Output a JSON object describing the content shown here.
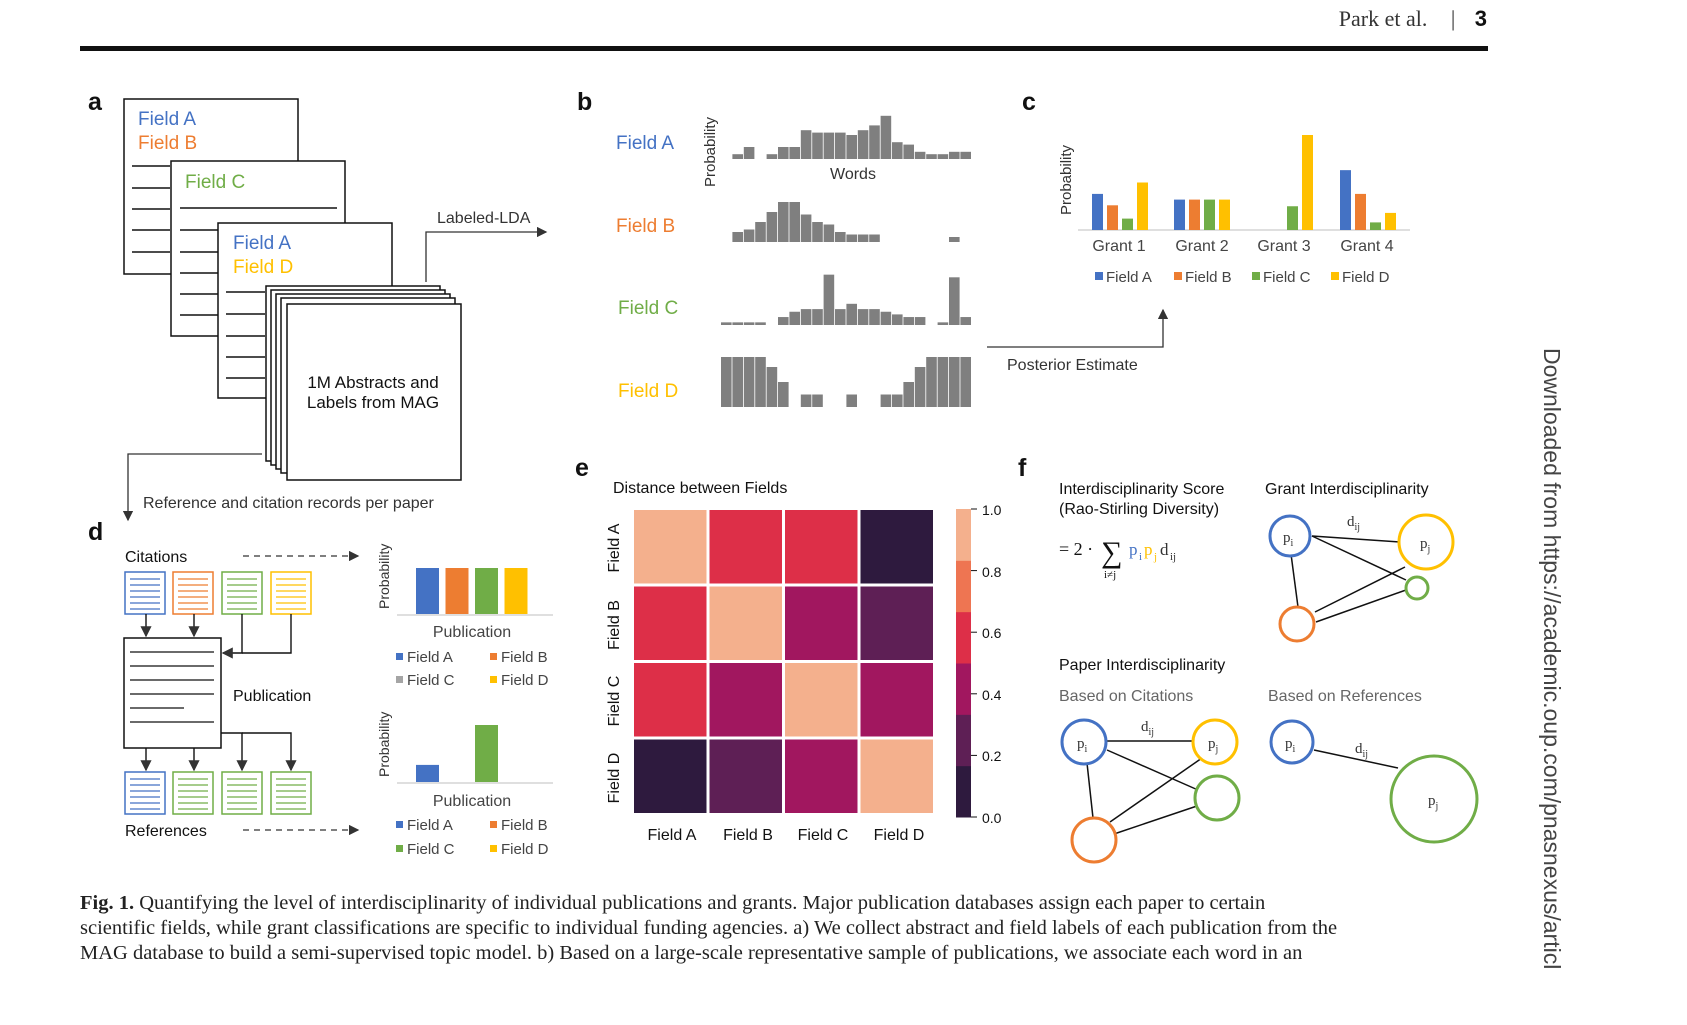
{
  "header": {
    "author": "Park et al.",
    "separator": "|",
    "page": "3"
  },
  "side_note": "Downloaded from https://academic.oup.com/pnasnexus/articl",
  "colors": {
    "fieldA": "#4472C4",
    "fieldB": "#ED7D31",
    "fieldC": "#70AD47",
    "fieldD": "#FFC000",
    "gray": "#A5A5A5",
    "bar": "#7f7f7f"
  },
  "panel_labels": {
    "a": "a",
    "b": "b",
    "c": "c",
    "d": "d",
    "e": "e",
    "f": "f"
  },
  "panel_a": {
    "doc1": [
      "Field A",
      "Field B"
    ],
    "doc2": [
      "Field C"
    ],
    "doc3": [
      "Field A",
      "Field D"
    ],
    "stack_text": [
      "1M Abstracts and",
      "Labels from MAG"
    ],
    "labeled_lda": "Labeled-LDA",
    "ref_records": "Reference and citation records per paper"
  },
  "panel_b": {
    "ylabel": "Probability",
    "xlabel": "Words",
    "fields": [
      "Field A",
      "Field B",
      "Field C",
      "Field D"
    ],
    "hist": [
      [
        0,
        0.1,
        0.25,
        0,
        0.1,
        0.25,
        0.25,
        0.6,
        0.55,
        0.55,
        0.55,
        0.5,
        0.6,
        0.7,
        0.9,
        0.35,
        0.3,
        0.15,
        0.1,
        0.1,
        0.15,
        0.15
      ],
      [
        0,
        0.2,
        0.25,
        0.4,
        0.6,
        0.8,
        0.8,
        0.55,
        0.4,
        0.35,
        0.2,
        0.15,
        0.15,
        0.15,
        0,
        0,
        0,
        0,
        0,
        0,
        0.1,
        0
      ],
      [
        0.05,
        0.05,
        0.05,
        0.05,
        0,
        0.15,
        0.25,
        0.3,
        0.3,
        0.95,
        0.3,
        0.4,
        0.3,
        0.3,
        0.25,
        0.2,
        0.15,
        0.15,
        0,
        0.05,
        0.9,
        0.15
      ],
      [
        1,
        1,
        1,
        1,
        0.8,
        0.5,
        0,
        0.25,
        0.25,
        0,
        0,
        0.25,
        0,
        0,
        0.25,
        0.25,
        0.5,
        0.8,
        1,
        1,
        1,
        1
      ]
    ],
    "posterior": "Posterior Estimate"
  },
  "panel_c": {
    "ylabel": "Probability",
    "grants": [
      "Grant 1",
      "Grant 2",
      "Grant 3",
      "Grant 4"
    ],
    "values": [
      [
        0.38,
        0.26,
        0.12,
        0.5
      ],
      [
        0.32,
        0.32,
        0.32,
        0.32
      ],
      [
        0,
        0,
        0.25,
        1
      ],
      [
        0.63,
        0.38,
        0.08,
        0.18
      ]
    ],
    "legend": [
      "Field A",
      "Field B",
      "Field C",
      "Field D"
    ]
  },
  "panel_d": {
    "citations": "Citations",
    "publication": "Publication",
    "references": "References",
    "chart1": {
      "ylabel": "Probability",
      "xlabel": "Publication",
      "values": [
        1,
        1,
        1,
        1
      ],
      "legend": [
        "Field A",
        "Field B",
        "Field C",
        "Field D"
      ]
    },
    "chart2": {
      "ylabel": "Probability",
      "xlabel": "Publication",
      "values": [
        0.3,
        0,
        1,
        0
      ],
      "legend": [
        "Field A",
        "Field B",
        "Field C",
        "Field D"
      ]
    }
  },
  "chart_data": {
    "type": "heatmap",
    "title": "Distance between Fields",
    "rows": [
      "Field A",
      "Field B",
      "Field C",
      "Field D"
    ],
    "columns": [
      "Field A",
      "Field B",
      "Field C",
      "Field D"
    ],
    "values": [
      [
        1.0,
        0.55,
        0.55,
        0.05
      ],
      [
        0.55,
        1.0,
        0.35,
        0.2
      ],
      [
        0.55,
        0.35,
        1.0,
        0.35
      ],
      [
        0.05,
        0.2,
        0.35,
        1.0
      ]
    ],
    "colorbar_ticks": [
      "0.0",
      "0.2",
      "0.4",
      "0.6",
      "0.8",
      "1.0"
    ],
    "colorbar_colors": [
      "#2e1a3e",
      "#5e1f55",
      "#a1175f",
      "#dd2f48",
      "#ee7552",
      "#f4b08d"
    ]
  },
  "panel_f": {
    "score_title": [
      "Interdisciplinarity Score",
      "(Rao-Stirling Diversity)"
    ],
    "formula": {
      "lhs": "= 2 ·",
      "sum": "∑",
      "sub": "i≠j",
      "pi": "p",
      "i": "i",
      "pj": "p",
      "j": "j",
      "d": "d",
      "ij": "ij"
    },
    "grant_title": "Grant Interdisciplinarity",
    "paper_title": "Paper Interdisciplinarity",
    "based_citations": "Based on Citations",
    "based_references": "Based on References"
  },
  "caption": {
    "label": "Fig. 1.",
    "text_lines": [
      "Quantifying the level of interdisciplinarity of individual publications and grants. Major publication databases assign each paper to certain",
      "scientific fields, while grant classifications are specific to individual funding agencies. a) We collect abstract and field labels of each publication from the",
      "MAG database to build a semi-supervised topic model. b) Based on a large-scale representative sample of publications, we associate each word in an"
    ]
  }
}
